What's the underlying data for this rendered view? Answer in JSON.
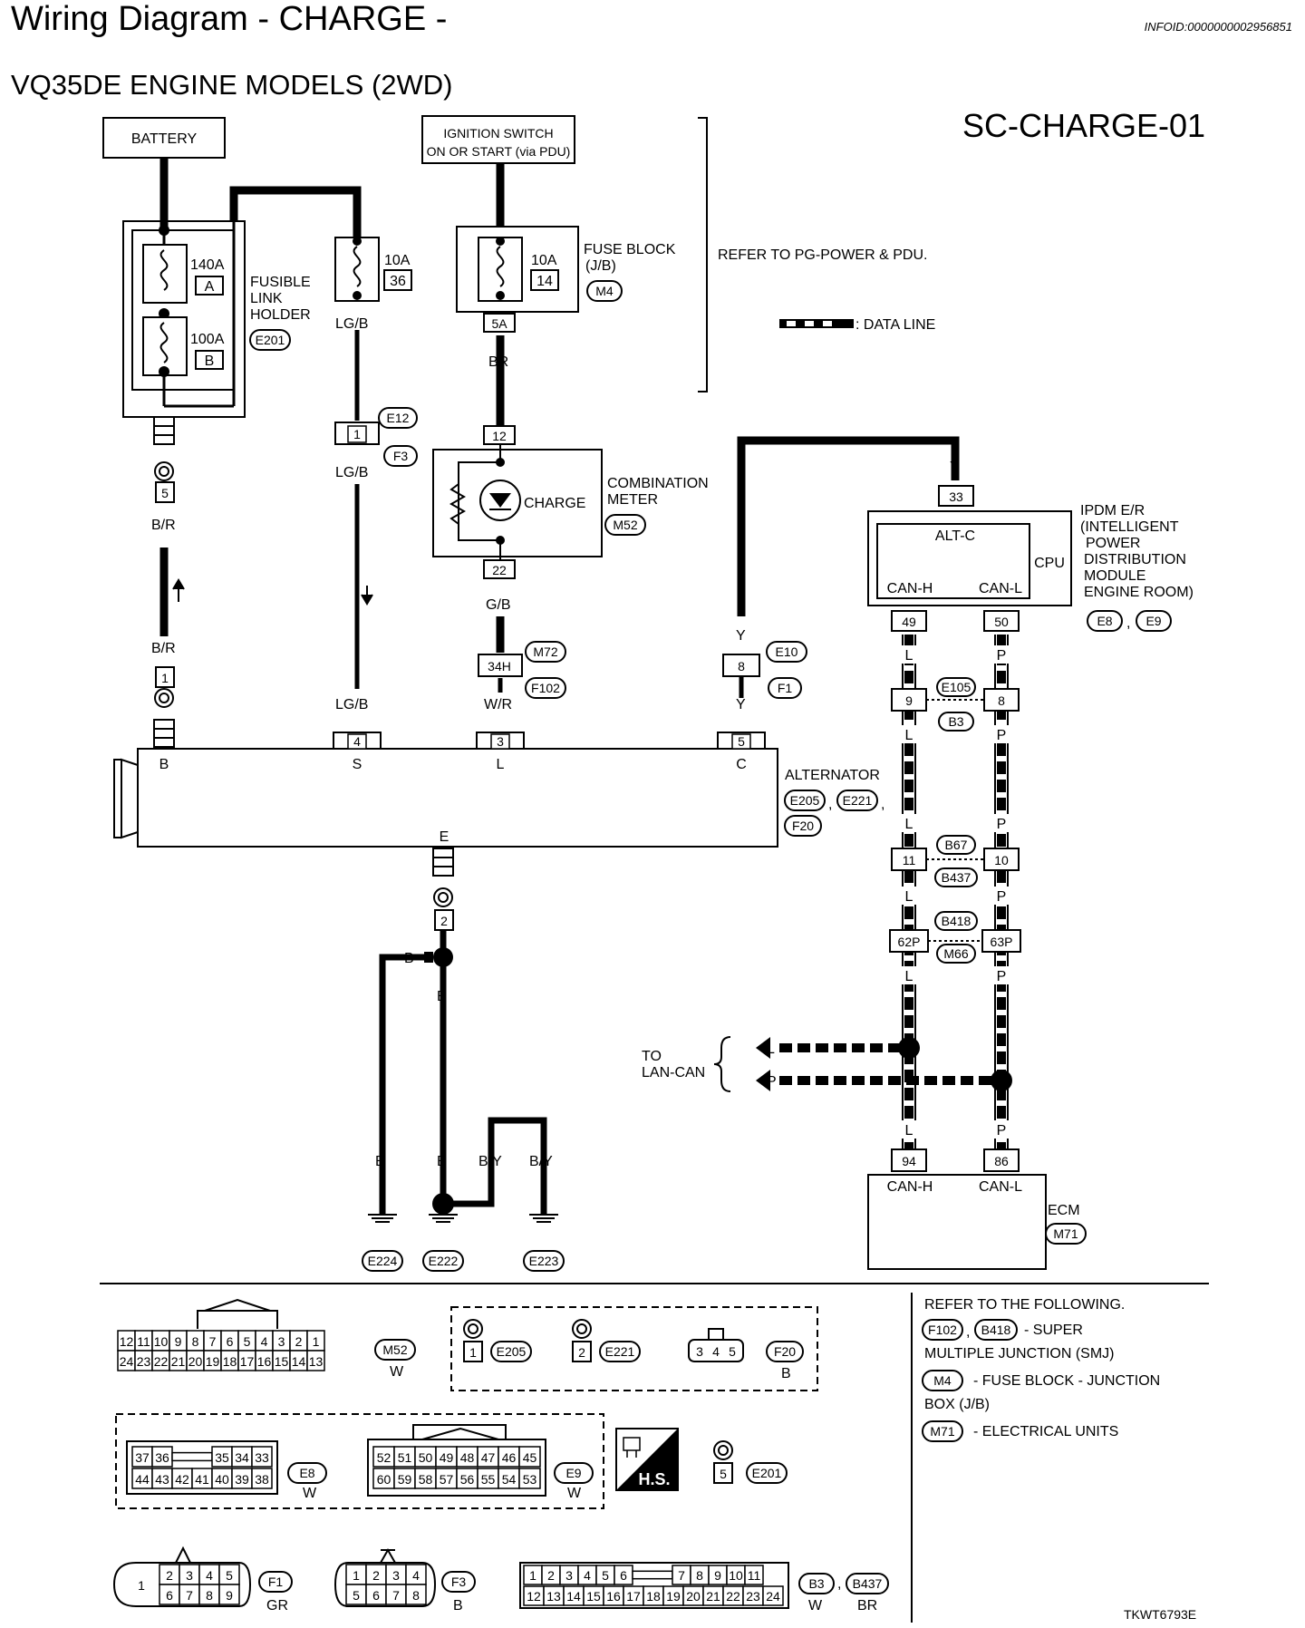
{
  "header": {
    "title": "Wiring Diagram - CHARGE -",
    "info_id": "INFOID:0000000002956851",
    "subtitle": "VQ35DE ENGINE MODELS (2WD)",
    "diagram_code": "SC-CHARGE-01"
  },
  "components": {
    "battery": "BATTERY",
    "ignition_line1": "IGNITION SWITCH",
    "ignition_line2": "ON OR START (via PDU)",
    "fusible_link_holder": [
      "FUSIBLE",
      "LINK",
      "HOLDER"
    ],
    "fuse_block": [
      "FUSE BLOCK",
      "(J/B)"
    ],
    "refer_pg": "REFER TO PG-POWER & PDU.",
    "data_line_legend": ": DATA LINE",
    "combination_meter": [
      "COMBINATION",
      "METER"
    ],
    "charge_lamp": "CHARGE",
    "ipdm": [
      "IPDM E/R",
      "(INTELLIGENT",
      "POWER",
      "DISTRIBUTION",
      "MODULE",
      "ENGINE ROOM)"
    ],
    "ipdm_alt_c": "ALT-C",
    "ipdm_cpu": "CPU",
    "can_h": "CAN-H",
    "can_l": "CAN-L",
    "alternator": "ALTERNATOR",
    "ecm": "ECM",
    "to_lan_can": [
      "TO",
      "LAN-CAN"
    ]
  },
  "fuses": {
    "f140_rating": "140A",
    "f140_id": "A",
    "f100_rating": "100A",
    "f100_id": "B",
    "f10a_36_rating": "10A",
    "f10a_36_id": "36",
    "f10a_14_rating": "10A",
    "f10a_14_id": "14"
  },
  "connectors": {
    "E201": "E201",
    "M4": "M4",
    "E12": "E12",
    "F3": "F3",
    "M52": "M52",
    "M72": "M72",
    "F102": "F102",
    "E10": "E10",
    "F1": "F1",
    "E8": "E8",
    "E9": "E9",
    "E105": "E105",
    "B3": "B3",
    "B67": "B67",
    "B437": "B437",
    "B418": "B418",
    "M66": "M66",
    "E205": "E205",
    "E221": "E221",
    "F20": "F20",
    "E224": "E224",
    "E222": "E222",
    "E223": "E223",
    "M71": "M71"
  },
  "pins": {
    "p5A": "5A",
    "p12": "12",
    "p22": "22",
    "p33": "33",
    "p49": "49",
    "p50": "50",
    "p1": "1",
    "p5": "5",
    "p34H": "34H",
    "p8": "8",
    "p9": "9",
    "p8b": "8",
    "p4": "4",
    "p3": "3",
    "p5c": "5",
    "p11": "11",
    "p10": "10",
    "p62P": "62P",
    "p63P": "63P",
    "p2": "2",
    "p94": "94",
    "p86": "86",
    "p1b": "1"
  },
  "alt_terminals": {
    "B": "B",
    "S": "S",
    "L": "L",
    "C": "C",
    "E": "E"
  },
  "wires": {
    "BR": "BR",
    "LG_B": "LG/B",
    "B_R": "B/R",
    "G_B": "G/B",
    "W_R": "W/R",
    "Y": "Y",
    "L": "L",
    "P": "P",
    "B": "B",
    "B_Y": "B/Y"
  },
  "refer_list": {
    "heading": "REFER TO THE FOLLOWING.",
    "smj_label": "- SUPER",
    "smj_line2": "MULTIPLE JUNCTION (SMJ)",
    "jb_label": "- FUSE BLOCK - JUNCTION",
    "jb_line2": "BOX (J/B)",
    "ecu_label": "- ELECTRICAL UNITS"
  },
  "connector_views": {
    "m52_top": [
      "12",
      "11",
      "10",
      "9",
      "8",
      "7",
      "6",
      "5",
      "4",
      "3",
      "2",
      "1"
    ],
    "m52_bottom": [
      "24",
      "23",
      "22",
      "21",
      "20",
      "19",
      "18",
      "17",
      "16",
      "15",
      "14",
      "13"
    ],
    "m52_color": "W",
    "e205_pin": "1",
    "e221_pin": "2",
    "f20_pins": [
      "3",
      "4",
      "5"
    ],
    "f20_color": "B",
    "e8_top": [
      "37",
      "36",
      "35",
      "34",
      "33"
    ],
    "e8_bottom": [
      "44",
      "43",
      "42",
      "41",
      "40",
      "39",
      "38"
    ],
    "e8_color": "W",
    "e9_top": [
      "52",
      "51",
      "50",
      "49",
      "48",
      "47",
      "46",
      "45"
    ],
    "e9_bottom": [
      "60",
      "59",
      "58",
      "57",
      "56",
      "55",
      "54",
      "53"
    ],
    "e9_color": "W",
    "hs_label": "H.S.",
    "e201_pin": "5",
    "f1_left": "1",
    "f1_top": [
      "2",
      "3",
      "4",
      "5"
    ],
    "f1_bottom": [
      "6",
      "7",
      "8",
      "9"
    ],
    "f1_color": "GR",
    "f3_top": [
      "1",
      "2",
      "3",
      "4"
    ],
    "f3_bottom": [
      "5",
      "6",
      "7",
      "8"
    ],
    "f3_color": "B",
    "b3_top": [
      "1",
      "2",
      "3",
      "4",
      "5",
      "6",
      "7",
      "8",
      "9",
      "10",
      "11"
    ],
    "b3_bottom": [
      "12",
      "13",
      "14",
      "15",
      "16",
      "17",
      "18",
      "19",
      "20",
      "21",
      "22",
      "23",
      "24"
    ],
    "b3_color": "W",
    "b437_color": "BR"
  },
  "footer_code": "TKWT6793E"
}
